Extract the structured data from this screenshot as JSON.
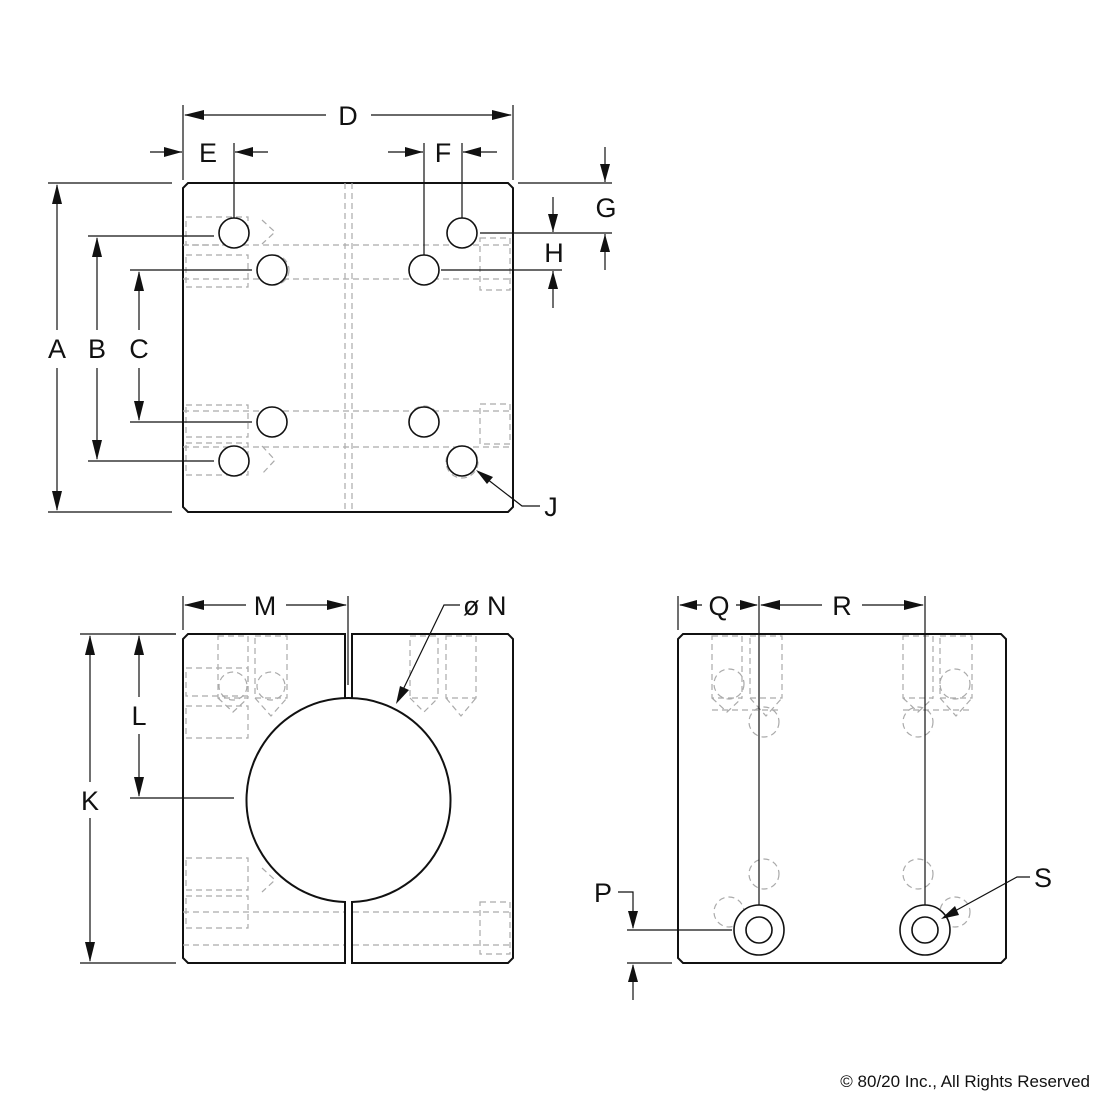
{
  "labels": {
    "a": "A",
    "b": "B",
    "c": "C",
    "d": "D",
    "e": "E",
    "f": "F",
    "g": "G",
    "h": "H",
    "j": "J",
    "k": "K",
    "l": "L",
    "m": "M",
    "n": "ø N",
    "p": "P",
    "q": "Q",
    "r": "R",
    "s": "S"
  },
  "copyright": "© 80/20 Inc., All Rights Reserved",
  "colors": {
    "line": "#111111",
    "hidden": "#aaaaaa",
    "background": "#ffffff"
  }
}
